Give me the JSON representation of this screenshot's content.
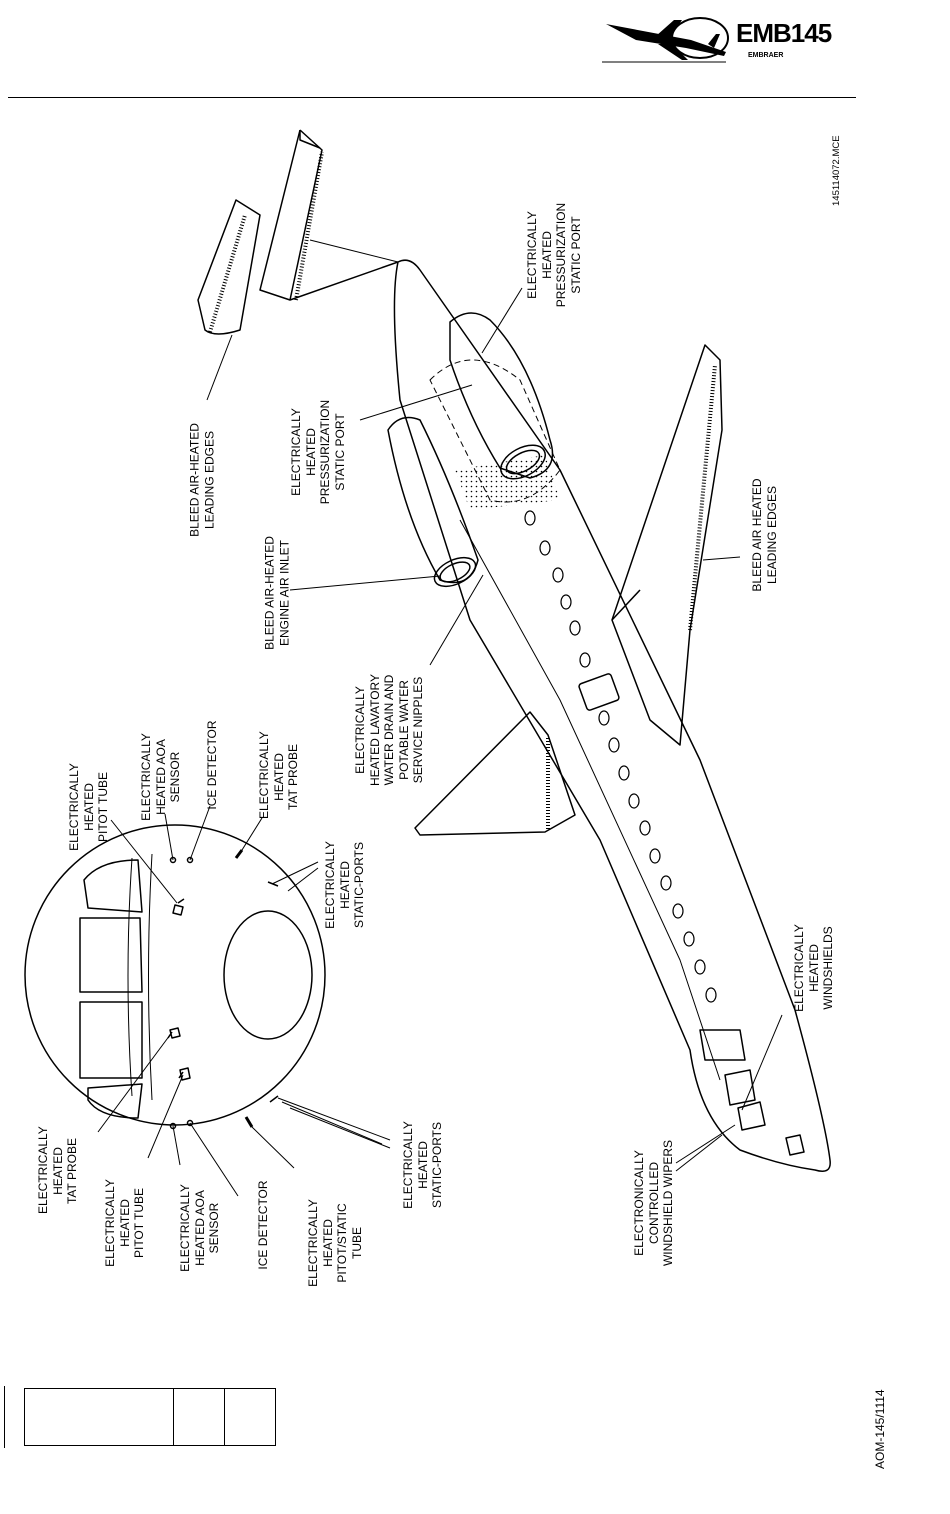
{
  "header": {
    "logo_model": "EMB145",
    "logo_maker": "EMBRAER"
  },
  "figure_code": "145114072.MCE",
  "document_code": "AOM-145/1114",
  "labels": {
    "bleed_tail": "BLEED AIR-HEATED\nLEADING EDGES",
    "pressurization_port_upper": "ELECTRICALLY\nHEATED\nPRESSURIZATION\nSTATIC PORT",
    "pressurization_port_lower": "ELECTRICALLY\nHEATED\nPRESSURIZATION\nSTATIC PORT",
    "engine_inlet": "BLEED AIR-HEATED\nENGINE AIR INLET",
    "wing_leading_edges": "BLEED AIR HEATED\nLEADING EDGES",
    "lavatory_drain": "ELECTRICALLY\nHEATED LAVATORY\nWATER DRAIN AND\nPOTABLE WATER\nSERVICE NIPPLES",
    "windshields": "ELECTRICALLY\nHEATED\nWINDSHIELDS",
    "wipers": "ELECTRONICALLY\nCONTROLLED\nWINDSHIELD WIPERS",
    "pitot_top": "ELECTRICALLY\nHEATED\nPITOT TUBE",
    "aoa_top": "ELECTRICALLY\nHEATED AOA\nSENSOR",
    "ice_top": "ICE DETECTOR",
    "tat_top": "ELECTRICALLY\nHEATED\nTAT PROBE",
    "static_top": "ELECTRICALLY\nHEATED\nSTATIC-PORTS",
    "tat_bottom": "ELECTRICALLY\nHEATED\nTAT PROBE",
    "pitot_bottom": "ELECTRICALLY\nHEATED\nPITOT TUBE",
    "aoa_bottom": "ELECTRICALLY\nHEATED AOA\nSENSOR",
    "ice_bottom": "ICE DETECTOR",
    "pitot_static": "ELECTRICALLY\nHEATED\nPITOT/STATIC\nTUBE",
    "static_bottom": "ELECTRICALLY\nHEATED\nSTATIC-PORTS"
  }
}
